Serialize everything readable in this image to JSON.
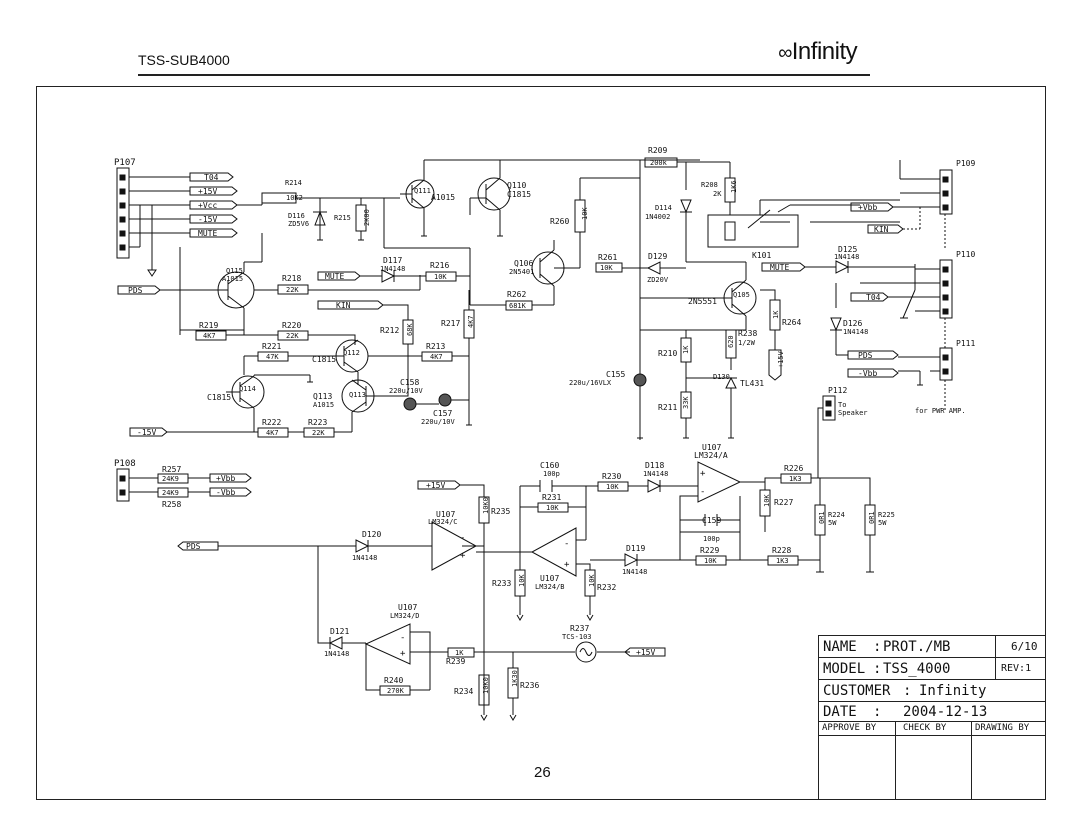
{
  "header": {
    "model": "TSS-SUB4000",
    "brand": "Infinity"
  },
  "page_number": "26",
  "title_block": {
    "name_label": "NAME",
    "name_value": "PROT./MB",
    "sheet": "6/10",
    "model_label": "MODEL",
    "model_value": "TSS_4000",
    "rev": "REV:1",
    "customer_label": "CUSTOMER",
    "customer_value": "Infinity",
    "date_label": "DATE",
    "date_value": "2004-12-13",
    "approve": "APPROVE BY",
    "check": "CHECK BY",
    "drawing": "DRAWING BY"
  },
  "connectors": {
    "p107": "P107",
    "p108": "P108",
    "p109": "P109",
    "p110": "P110",
    "p111": "P111",
    "p112": "P112",
    "p112_note1": "To",
    "p112_note2": "Speaker",
    "pwr_note": "for PWR AMP."
  },
  "nets": {
    "t04": "T04",
    "p15v": "+15V",
    "vcc": "+Vcc",
    "m15v": "-15V",
    "mute": "MUTE",
    "pds": "PDS",
    "kin": "KIN",
    "vbb": "+Vbb",
    "mvbb": "-Vbb"
  },
  "components": {
    "r214": "R214",
    "r214v": "10K2",
    "d116": "D116",
    "d116v": "ZD5V6",
    "r215": "R215",
    "r215v": "2K00",
    "q111": "Q111",
    "q111v": "A1015",
    "q110": "Q110",
    "q110v": "C1815",
    "r209": "R209",
    "r209v": "200k",
    "r208": "R208",
    "r208v": "2K",
    "r208v2": "1K6",
    "d114": "D114",
    "d114v": "1N4002",
    "r260": "R260",
    "r260v": "10K",
    "q106": "Q106",
    "q106v": "2N5401",
    "r261": "R261",
    "r261v": "10K",
    "d129": "D129",
    "d129v": "ZD20V",
    "k101": "K101",
    "d125": "D125",
    "d125v": "1N4148",
    "q115": "Q115",
    "q115v": "A1015",
    "r218": "R218",
    "r218v": "22K",
    "d117": "D117",
    "d117v": "1N4148",
    "r216": "R216",
    "r216v": "10K",
    "r262": "R262",
    "r262v": "681K",
    "q105": "Q105",
    "q105v": "2N5551",
    "r264": "R264",
    "r264v": "1K",
    "d126": "D126",
    "d126v": "1N4148",
    "r219": "R219",
    "r219v": "4K7",
    "r220": "R220",
    "r220v": "22K",
    "r212": "R212",
    "r212v": "68K",
    "r217": "R217",
    "r217v": "4K7",
    "r221": "R221",
    "r221v": "47K",
    "q112": "Q112",
    "q112v": "C1815",
    "r213": "R213",
    "r213v": "4K7",
    "r210": "R210",
    "r210v": "1K",
    "r238": "R238",
    "r238v": "620",
    "r238v2": "1/2W",
    "c155": "C155",
    "c155v": "220u/16VLX",
    "d130": "D130",
    "d130v": "TL431",
    "q114": "Q114",
    "q114v": "C1815",
    "q113": "Q113",
    "q113v": "A1015",
    "c158": "C158",
    "c158v": "220u/10V",
    "c157": "C157",
    "c157v": "220u/10V",
    "r211": "R211",
    "r211v": "33K",
    "p15v_tag": "+15V",
    "r222": "R222",
    "r222v": "4K7",
    "r223": "R223",
    "r223v": "22K",
    "r257": "R257",
    "r257v": "24K9",
    "r258": "R258",
    "r258v": "24K9",
    "u107": "U107",
    "u107a": "LM324/A",
    "u107b": "LM324/B",
    "u107c": "LM324/C",
    "u107d": "LM324/D",
    "c160": "C160",
    "c160v": "100p",
    "r230": "R230",
    "r230v": "10K",
    "d118": "D118",
    "d118v": "1N4148",
    "r226": "R226",
    "r226v": "1K3",
    "r231": "R231",
    "r231v": "10K",
    "r235": "R235",
    "r235v": "10K0",
    "r227": "R227",
    "r227v": "10K",
    "r224": "R224",
    "r224v": "0R1",
    "r224v2": "5W",
    "r225": "R225",
    "r225v": "0R1",
    "r225v2": "5W",
    "c159": "C159",
    "c159v": "100p",
    "d120": "D120",
    "d120v": "1N4148",
    "d119": "D119",
    "d119v": "1N4148",
    "r229": "R229",
    "r229v": "10K",
    "r228": "R228",
    "r228v": "1K3",
    "r233": "R233",
    "r233v": "10K",
    "r232": "R232",
    "r232v": "10K",
    "d121": "D121",
    "d121v": "1N4148",
    "r237": "R237",
    "r237v": "TCS-103",
    "r239": "R239",
    "r239v": "1K",
    "r240": "R240",
    "r240v": "270K",
    "r234": "R234",
    "r234v": "10K0",
    "r236": "R236",
    "r236v": "1K30"
  }
}
